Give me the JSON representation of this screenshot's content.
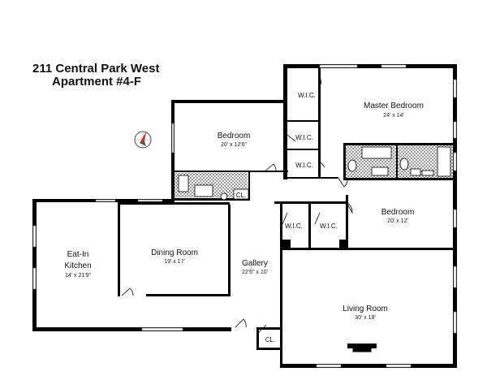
{
  "title": {
    "line1": "211 Central Park West",
    "line2": "Apartment #4-F"
  },
  "rooms": {
    "master_bedroom": {
      "name": "Master Bedroom",
      "dim": "24' x 14'"
    },
    "bedroom1": {
      "name": "Bedroom",
      "dim": "20' x 12'6\""
    },
    "bedroom2": {
      "name": "Bedroom",
      "dim": "20' x 12'"
    },
    "eat_in_kitchen": {
      "name1": "Eat-In",
      "name2": "Kitchen",
      "dim": "14' x 21'9\""
    },
    "dining_room": {
      "name": "Dining Room",
      "dim": "19' x 17'"
    },
    "gallery": {
      "name": "Gallery",
      "dim": "22'6\" x 10'"
    },
    "living_room": {
      "name": "Living Room",
      "dim": "30' x 18'"
    }
  },
  "closets": {
    "wic1": "W.I.C.",
    "wic2": "W.I.C.",
    "wic3": "W.I.C.",
    "wic4": "W.I.C.",
    "wic5": "W.I.C.",
    "cl1": "CL.",
    "cl2": "CL."
  },
  "compass": {
    "icon": "compass-icon"
  }
}
